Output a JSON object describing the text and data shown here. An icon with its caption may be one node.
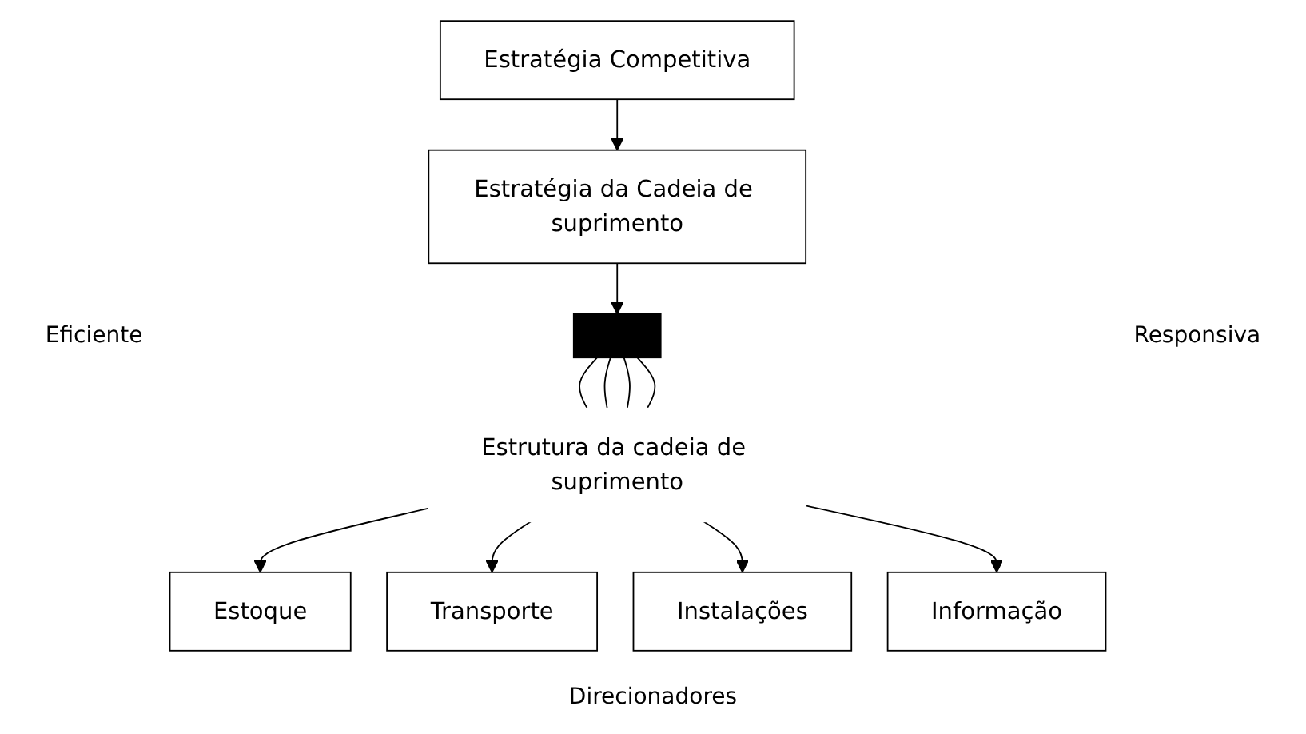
{
  "diagram": {
    "nodes": [
      {
        "text": [
          "Estratégia Competitiva"
        ]
      },
      {
        "text": [
          "Estratégia da Cadeia de suprimento"
        ]
      },
      {
        "text": [],
        "shape": "bar"
      },
      {
        "text": [
          "Estrutura da cadeia de suprimento"
        ]
      },
      {
        "text": [
          "Estoque"
        ]
      },
      {
        "text": [
          "Transporte"
        ]
      },
      {
        "text": [
          "Instalações"
        ]
      },
      {
        "text": [
          "Informação"
        ]
      }
    ],
    "edges": [
      {
        "from": 0,
        "to": 1,
        "arrow": "to"
      },
      {
        "from": 1,
        "to": 2,
        "arrow": "to"
      },
      {
        "from": 2,
        "to": 3,
        "arrow": "none"
      },
      {
        "from": 2,
        "to": 3,
        "arrow": "none"
      },
      {
        "from": 2,
        "to": 3,
        "arrow": "none"
      },
      {
        "from": 2,
        "to": 3,
        "arrow": "none"
      },
      {
        "from": 3,
        "to": 4,
        "arrow": "to"
      },
      {
        "from": 3,
        "to": 5,
        "arrow": "to"
      },
      {
        "from": 3,
        "to": 6,
        "arrow": "to"
      },
      {
        "from": 3,
        "to": 7,
        "arrow": "to"
      }
    ],
    "labels": [
      "Eficiente",
      "Responsiva",
      "Direcionadores"
    ]
  }
}
